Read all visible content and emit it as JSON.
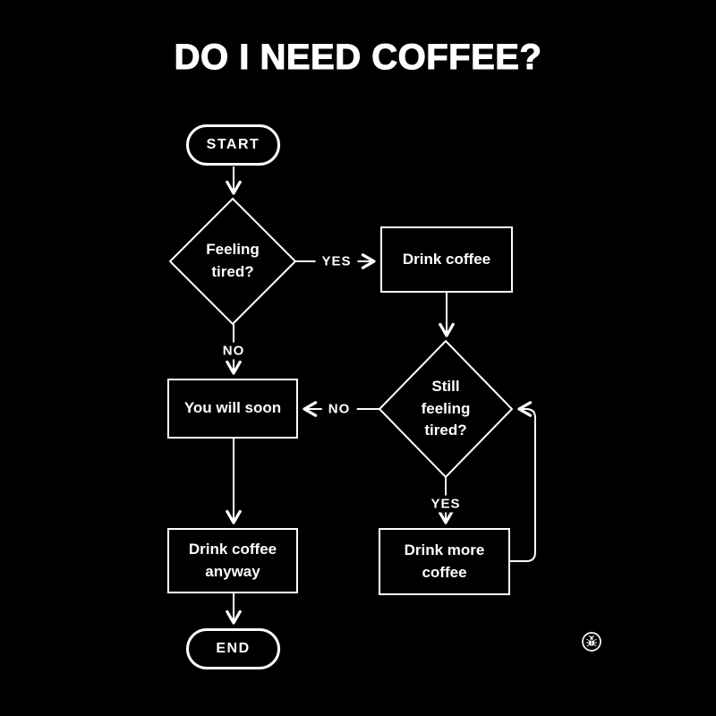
{
  "title": "DO I NEED COFFEE?",
  "colors": {
    "background": "#000000",
    "line": "#ffffff",
    "text": "#ffffff"
  },
  "nodes": {
    "start": {
      "label": "START",
      "type": "terminator"
    },
    "feeling_tired": {
      "type": "decision",
      "lines": [
        "Feeling",
        "tired?"
      ]
    },
    "drink_coffee": {
      "type": "process",
      "lines": [
        "Drink coffee"
      ]
    },
    "still_feeling_tired": {
      "type": "decision",
      "lines": [
        "Still",
        "feeling",
        "tired?"
      ]
    },
    "you_will_soon": {
      "type": "process",
      "lines": [
        "You will soon"
      ]
    },
    "drink_more_coffee": {
      "type": "process",
      "lines": [
        "Drink more",
        "coffee"
      ]
    },
    "drink_coffee_anyway": {
      "type": "process",
      "lines": [
        "Drink coffee",
        "anyway"
      ]
    },
    "end": {
      "label": "END",
      "type": "terminator"
    }
  },
  "edges": {
    "feeling_tired_yes": {
      "label": "YES"
    },
    "feeling_tired_no": {
      "label": "NO"
    },
    "still_tired_no": {
      "label": "NO"
    },
    "still_tired_yes": {
      "label": "YES"
    }
  },
  "logo": {
    "icon": "bug-icon"
  }
}
